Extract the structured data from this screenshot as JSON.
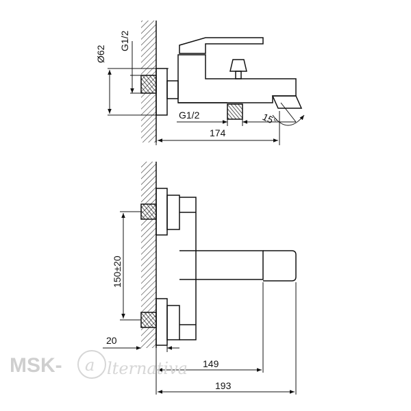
{
  "top_view": {
    "diameter_label": "Ø62",
    "thread_label_vertical": "G1/2",
    "thread_label_horizontal": "G1/2",
    "angle_label": "15°",
    "length_label": "174"
  },
  "front_view": {
    "spacing_label": "150±20",
    "wall_offset_label": "20",
    "body_length_label": "149",
    "overall_length_label": "193"
  },
  "watermark": {
    "brand": "MSK-",
    "script": "lternativa"
  },
  "colors": {
    "line": "#111111",
    "hatch": "#333333",
    "watermark": "#cfcfcf"
  }
}
